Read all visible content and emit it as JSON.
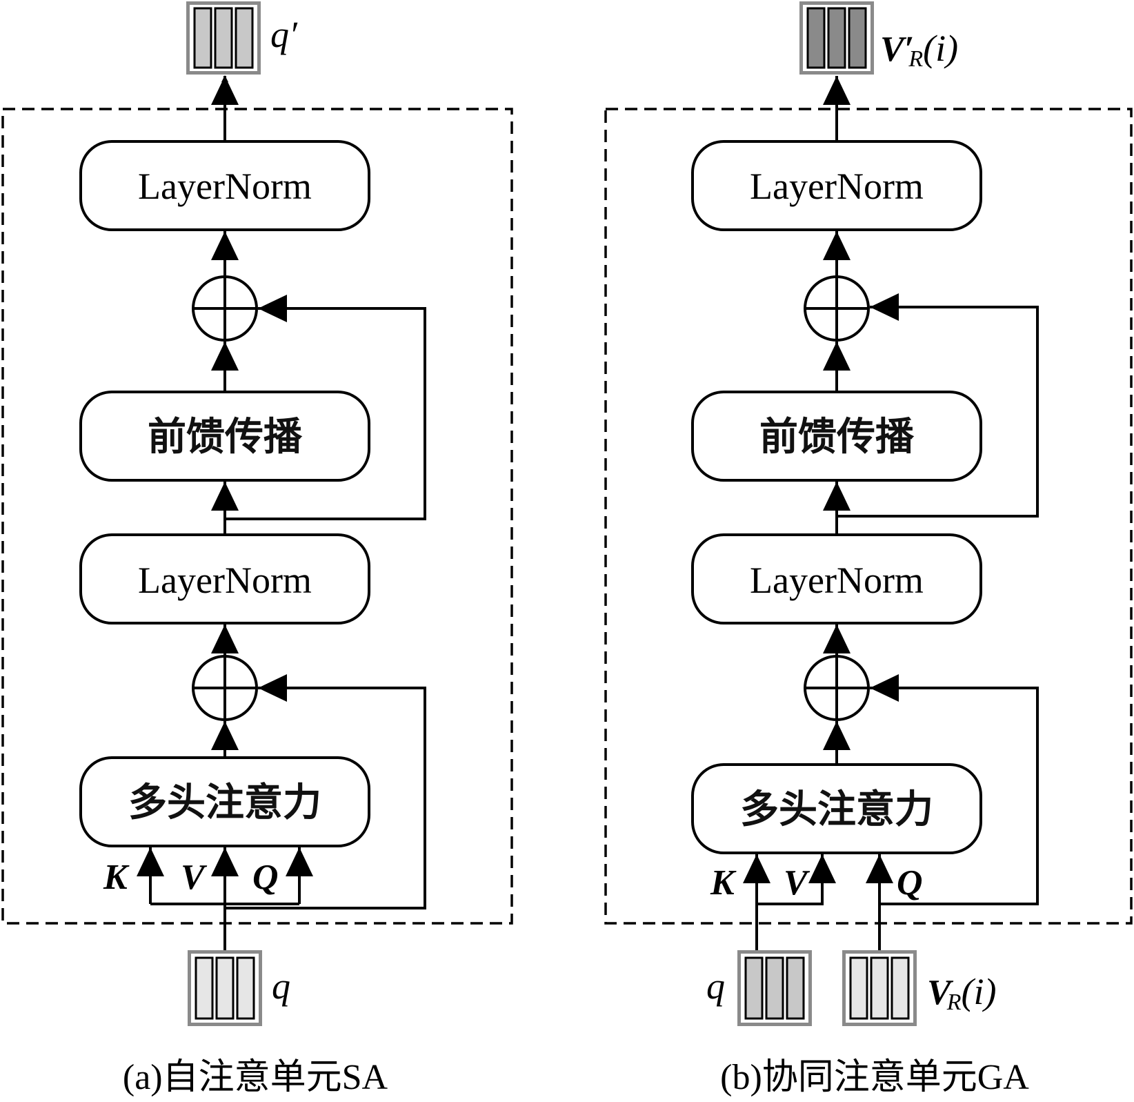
{
  "panel_a": {
    "caption": "(a)自注意单元SA",
    "layernorm_top": "LayerNorm",
    "feedforward": "前馈传播",
    "layernorm_bottom": "LayerNorm",
    "multihead": "多头注意力",
    "input_k": "K",
    "input_v": "V",
    "input_q": "Q",
    "output_label": "q′",
    "input_label": "q"
  },
  "panel_b": {
    "caption": "(b)协同注意单元GA",
    "layernorm_top": "LayerNorm",
    "feedforward": "前馈传播",
    "layernorm_bottom": "LayerNorm",
    "multihead": "多头注意力",
    "input_k": "K",
    "input_v": "V",
    "input_q": "Q",
    "output_label_main": "V′",
    "output_label_sub": "R",
    "output_label_tail": "(i)",
    "input_q_label": "q",
    "input_v_label_main": "V",
    "input_v_label_sub": "R",
    "input_v_label_tail": "(i)"
  },
  "colors": {
    "tensor_light": "#e6e6e6",
    "tensor_mid": "#c8c8c8",
    "tensor_dark": "#8a8a8a",
    "tensor_border": "#888888"
  }
}
